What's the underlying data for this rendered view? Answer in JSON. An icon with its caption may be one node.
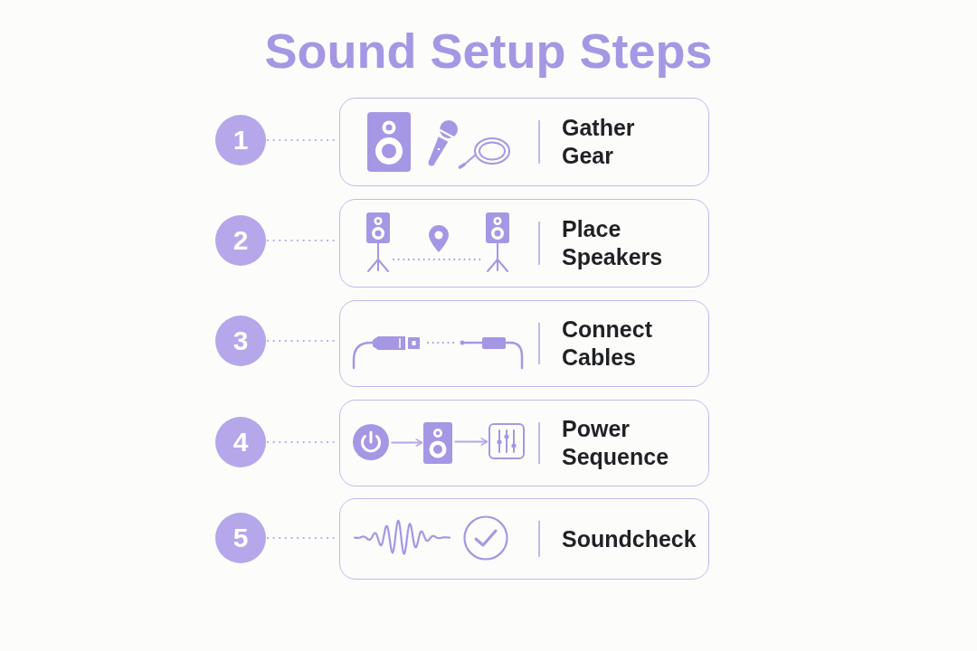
{
  "diagram": {
    "title": "Sound Setup Steps",
    "nodes": [
      {
        "text": [
          "1"
        ]
      },
      {
        "text": [
          "Gather Gear"
        ]
      },
      {
        "text": [
          "2"
        ]
      },
      {
        "text": [
          "Place Speakers"
        ]
      },
      {
        "text": [
          "3"
        ]
      },
      {
        "text": [
          "Connect Cables"
        ]
      },
      {
        "text": [
          "4"
        ]
      },
      {
        "text": [
          "Power Sequence"
        ]
      },
      {
        "text": [],
        "shape": "picture",
        "in": 7
      },
      {
        "text": [],
        "shape": "picture",
        "in": 7
      },
      {
        "text": [],
        "shape": "picture",
        "in": 7
      },
      {
        "text": [
          "5"
        ]
      },
      {
        "text": [
          "Soundcheck"
        ]
      }
    ],
    "edges": [
      {
        "from": 0,
        "to": 1,
        "arrow": "none",
        "style": "dashed"
      },
      {
        "from": 2,
        "to": 3,
        "arrow": "none",
        "style": "dashed"
      },
      {
        "from": 4,
        "to": 5,
        "arrow": "none",
        "style": "dashed"
      },
      {
        "from": 6,
        "to": 7,
        "arrow": "none",
        "style": "dashed"
      },
      {
        "from": 8,
        "to": 9,
        "arrow": "to"
      },
      {
        "from": 9,
        "to": 10,
        "arrow": "to"
      },
      {
        "from": 11,
        "to": 12,
        "arrow": "none",
        "style": "dashed"
      }
    ]
  }
}
